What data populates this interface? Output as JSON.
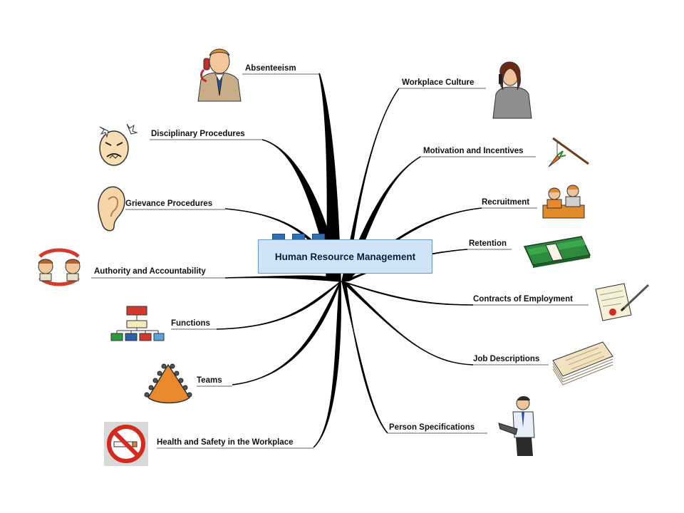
{
  "diagram": {
    "central_topic": "Human Resource Management",
    "branches": {
      "absenteeism": "Absenteeism",
      "disciplinary": "Disciplinary Procedures",
      "grievance": "Grievance Procedures",
      "authority": "Authority and Accountability",
      "functions": "Functions",
      "teams": "Teams",
      "health_safety": "Health and Safety in the Workplace",
      "workplace_culture": "Workplace Culture",
      "motivation": "Motivation and Incentives",
      "recruitment": "Recruitment",
      "retention": "Retention",
      "contracts": "Contracts of Employment",
      "job_descriptions": "Job Descriptions",
      "person_specs": "Person Specifications"
    },
    "icons": {
      "absenteeism": "man-on-phone-icon",
      "disciplinary": "angry-face-icon",
      "grievance": "ear-icon",
      "authority": "two-people-arrows-icon",
      "functions": "org-chart-icon",
      "teams": "meeting-table-icon",
      "health_safety": "no-smoking-icon",
      "workplace_culture": "woman-on-phone-icon",
      "motivation": "carrot-on-stick-icon",
      "recruitment": "interview-icon",
      "retention": "money-stack-icon",
      "contracts": "signed-contract-icon",
      "job_descriptions": "document-stack-icon",
      "person_specs": "man-with-laptop-icon"
    },
    "colors": {
      "connector": "#000000",
      "central_fill": "#cfe4f6",
      "central_border": "#6a97c5",
      "tab_fill": "#2e6fb3"
    }
  }
}
